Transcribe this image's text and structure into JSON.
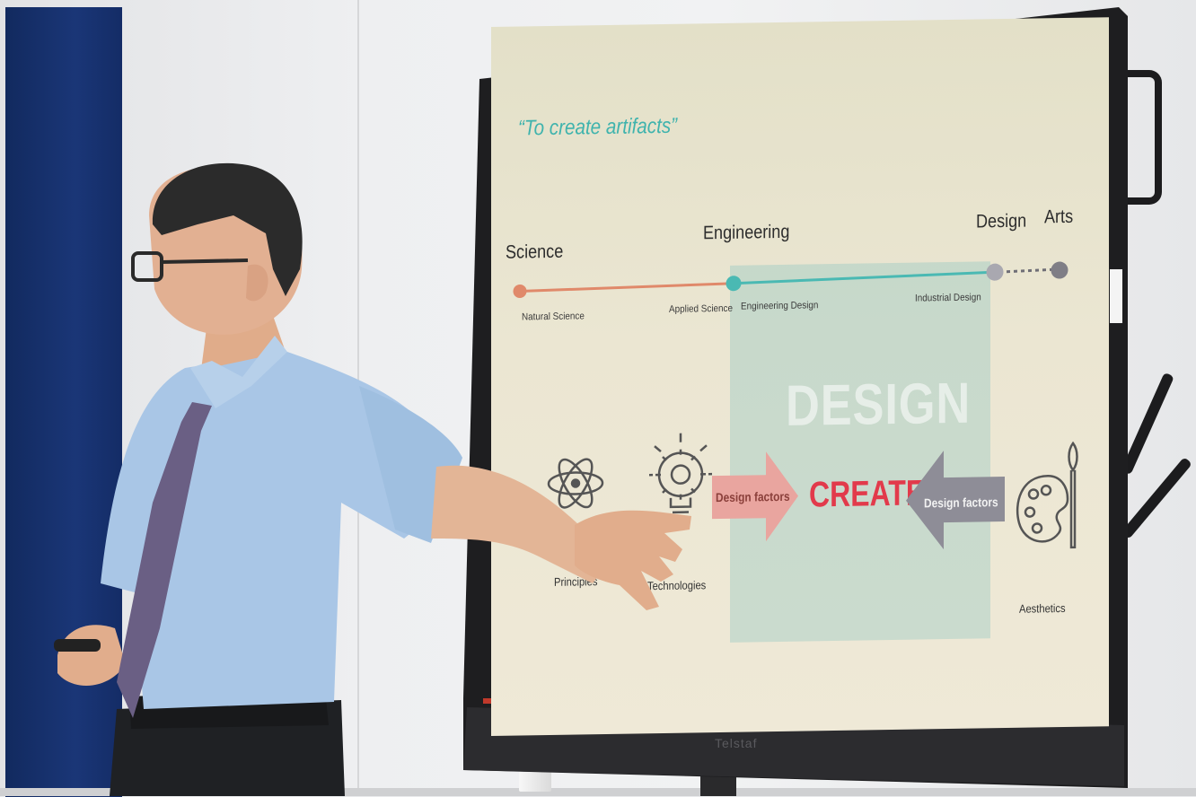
{
  "slide": {
    "title": "“To create artifacts”",
    "spectrum": {
      "science": "Science",
      "engineering": "Engineering",
      "design": "Design",
      "arts": "Arts",
      "natural_science": "Natural Science",
      "applied_science": "Applied Science",
      "engineering_design": "Engineering Design",
      "industrial_design": "Industrial Design"
    },
    "center": {
      "design_word": "DESIGN",
      "create_word": "CREATE",
      "left_arrow_label": "Design factors",
      "right_arrow_label": "Design factors"
    },
    "icons": {
      "principles": "Principles",
      "technologies": "Technologies",
      "aesthetics": "Aesthetics"
    }
  },
  "monitor": {
    "brand": "Telstaf"
  },
  "colors": {
    "science_line": "#e0896a",
    "engineering_line": "#4ab9b3",
    "design_dot": "#a9a8b0",
    "arts_dot": "#7f7e86",
    "create_red": "#e23a4b",
    "title_teal": "#3fb3ad",
    "left_arrow": "#e9a59f",
    "right_arrow": "#8e8d97",
    "design_box": "#78bebe"
  }
}
